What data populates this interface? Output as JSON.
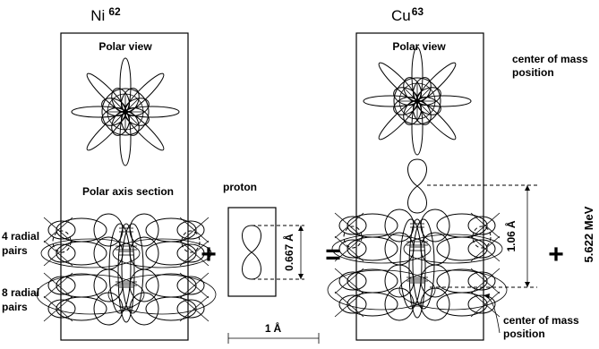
{
  "ni_title": {
    "base": "Ni",
    "mass": "62"
  },
  "cu_title": {
    "base": "Cu",
    "mass": "63"
  },
  "ni_panel": {
    "polar_view": "Polar view",
    "polar_axis_section": "Polar axis section"
  },
  "cu_panel": {
    "polar_view": "Polar view"
  },
  "side_labels": {
    "four_radial": [
      "4 radial",
      "pairs"
    ],
    "eight_radial": [
      "8 radial",
      "pairs"
    ]
  },
  "proton": {
    "label": "proton",
    "size": "0.667 Å",
    "size_value": "0.667",
    "size_unit": "Å"
  },
  "operators": {
    "plus1": "+",
    "equals": "=",
    "plus2": "+"
  },
  "scale_bar": {
    "label": "1 Å",
    "value": "1",
    "unit": "Å"
  },
  "cu_extent": {
    "label": "1.06 Å",
    "value": "1.06",
    "unit": "Å"
  },
  "energy": "5.622 MeV",
  "annotations": {
    "center_top": [
      "center of mass",
      "position"
    ],
    "center_bottom": [
      "center of mass",
      "position"
    ]
  }
}
